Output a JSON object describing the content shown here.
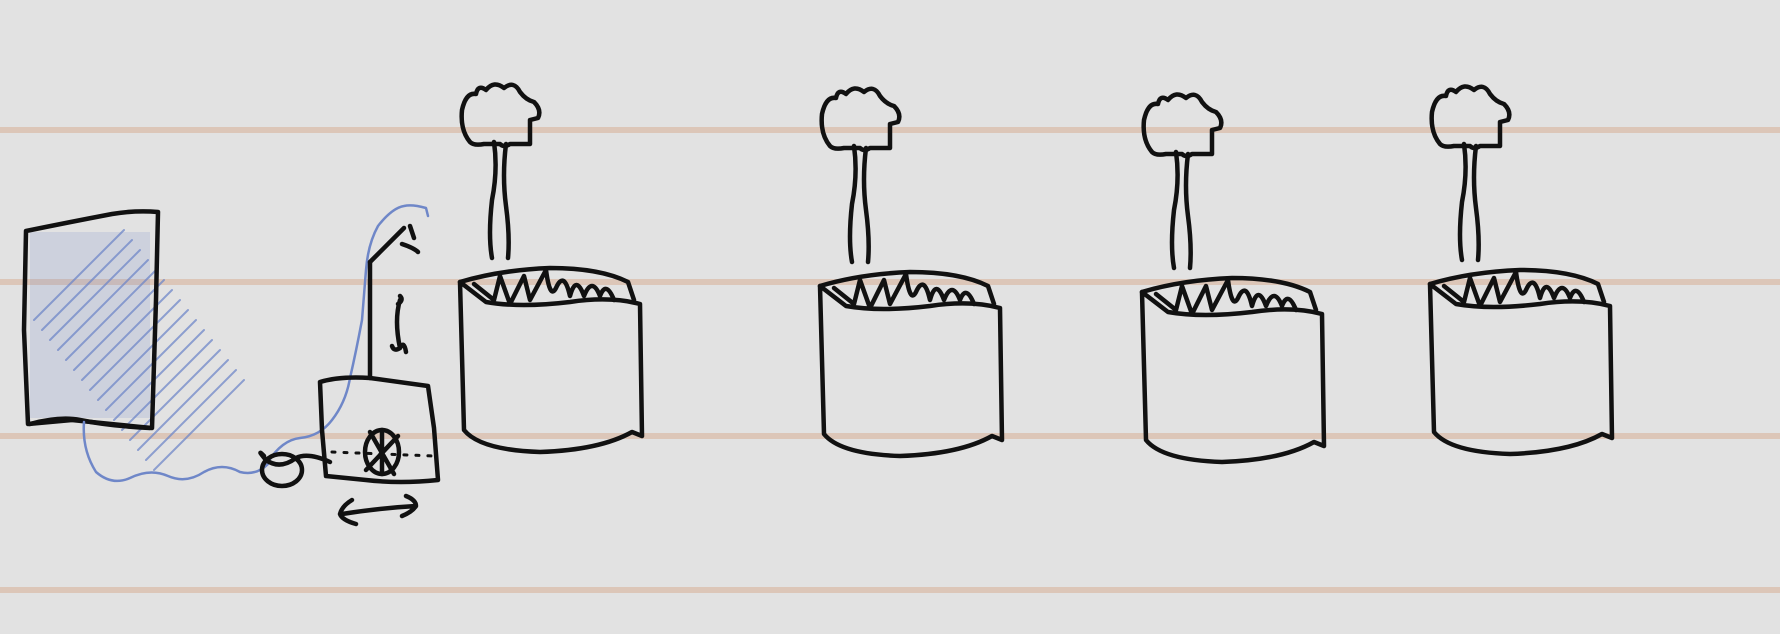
{
  "colors": {
    "paper": "#e2e2e2",
    "ruled_line": "#dcc6b8",
    "ink": "#111111",
    "blue_pencil": "#6f87c8"
  },
  "sketch_elements": {
    "ruled_lines": 4,
    "pots_with_plants": 4,
    "screen_panel": 1,
    "cart_with_arm": 1,
    "motion_arrows": [
      "vertical-double-arrow",
      "horizontal-double-arrow"
    ]
  }
}
